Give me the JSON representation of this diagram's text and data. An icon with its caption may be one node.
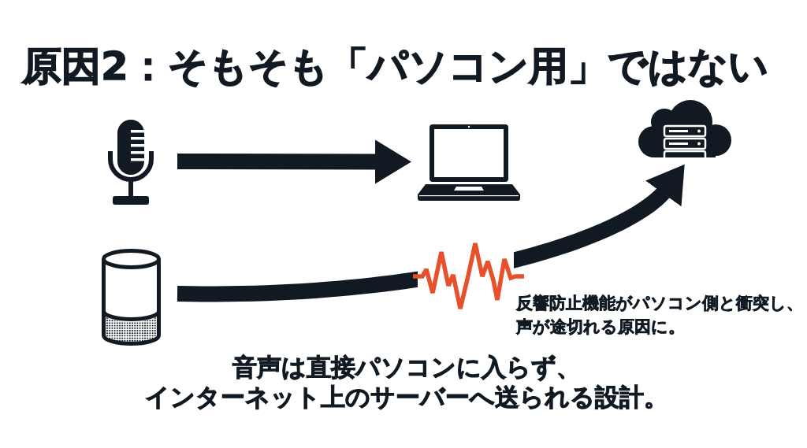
{
  "diagram": {
    "title": "原因2：そもそも「パソコン用」ではない",
    "nodes": [
      {
        "text": [],
        "shape": "microphone"
      },
      {
        "text": [],
        "shape": "laptop"
      },
      {
        "text": [],
        "shape": "cloud"
      },
      {
        "text": [],
        "shape": "cylinder"
      }
    ],
    "edges": [
      {
        "from": 0,
        "to": 1,
        "arrow": "to"
      },
      {
        "from": 3,
        "to": 2,
        "arrow": "to"
      }
    ],
    "labels": [
      "反響防止機能がパソコン側と衝突し、声が途切れる原因に。",
      "音声は直接パソコンに入らず、インターネット上のサーバーへ送られる設計。"
    ]
  }
}
